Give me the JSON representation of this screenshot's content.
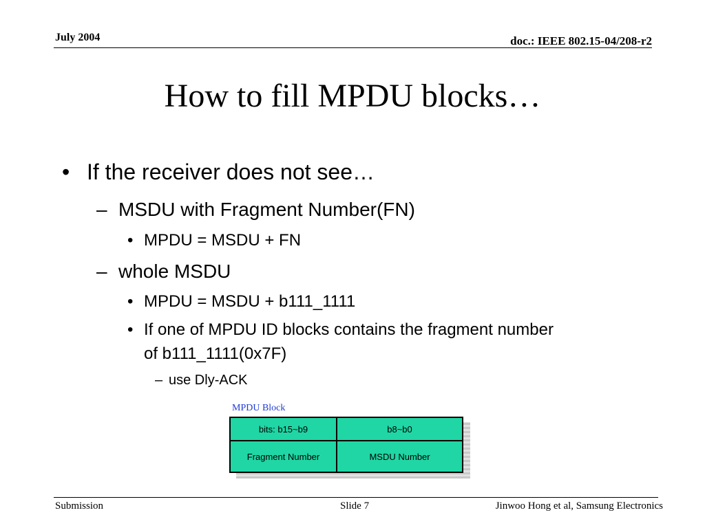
{
  "header": {
    "date": "July 2004",
    "doc_id": "doc.: IEEE 802.15-04/208-r2"
  },
  "slide": {
    "title": "How to fill MPDU blocks…",
    "bullets": {
      "l1": "If the receiver does not see…",
      "l2a": "MSDU with Fragment Number(FN)",
      "l3a": "MPDU = MSDU + FN",
      "l2b": "whole MSDU",
      "l3b": "MPDU = MSDU + b111_1111",
      "l3c_line1": "If one of MPDU ID blocks contains the fragment number",
      "l3c_line2": "of b111_1111(0x7F)",
      "l4": "use Dly-ACK"
    },
    "markers": {
      "dot": "•",
      "dash": "–"
    }
  },
  "mpdu_block": {
    "caption": "MPDU Block",
    "bits_high": "bits: b15~b9",
    "bits_low": "b8~b0",
    "field_high": "Fragment Number",
    "field_low": "MSDU Number",
    "fill_color": "#1fd6a4",
    "caption_color": "#1f3bd6"
  },
  "footer": {
    "left": "Submission",
    "center": "Slide 7",
    "right": "Jinwoo Hong et al, Samsung Electronics"
  }
}
